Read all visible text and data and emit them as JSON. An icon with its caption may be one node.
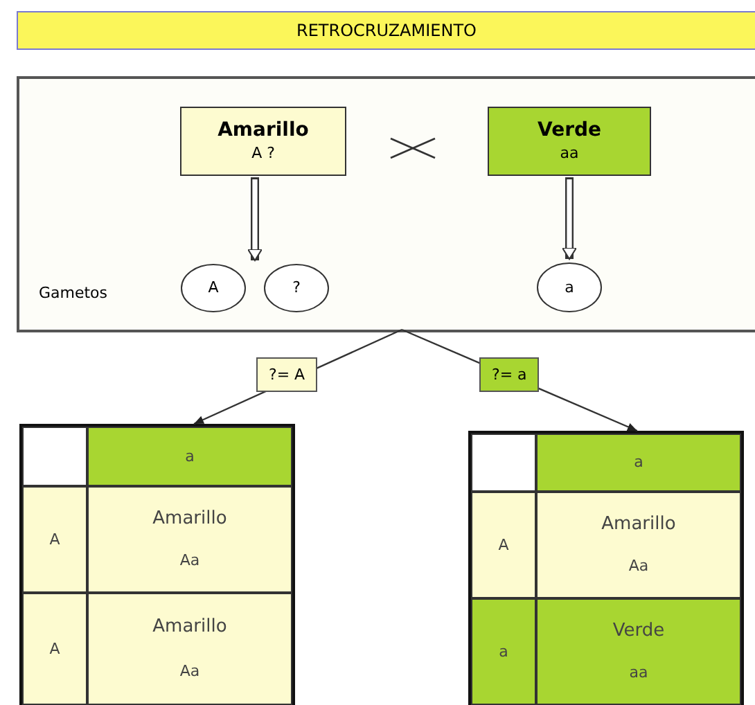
{
  "diagram": {
    "title": "RETROCRUZAMIENTO",
    "nodes": [
      {
        "text": [],
        "shape": "box"
      },
      {
        "text": [
          "Amarillo",
          "A ?"
        ],
        "in": 0
      },
      {
        "text": [
          "Verde",
          "aa"
        ],
        "in": 0
      },
      {
        "text": [
          "A"
        ],
        "in": 0
      },
      {
        "text": [
          "?"
        ],
        "in": 0
      },
      {
        "text": [
          "a"
        ],
        "in": 0
      },
      {
        "text": [],
        "shape": "box"
      },
      {
        "text": [],
        "shape": "box",
        "in": 6
      },
      {
        "text": [
          "a"
        ],
        "in": 6
      },
      {
        "text": [
          "A"
        ],
        "in": 6
      },
      {
        "text": [
          "Amarillo",
          "Aa"
        ],
        "in": 6
      },
      {
        "text": [
          "A"
        ],
        "in": 6
      },
      {
        "text": [
          "Amarillo",
          "Aa"
        ],
        "in": 6
      },
      {
        "text": [],
        "shape": "box"
      },
      {
        "text": [],
        "shape": "box",
        "in": 13
      },
      {
        "text": [
          "a"
        ],
        "in": 13
      },
      {
        "text": [
          "A"
        ],
        "in": 13
      },
      {
        "text": [
          "Amarillo",
          "Aa"
        ],
        "in": 13
      },
      {
        "text": [
          "a"
        ],
        "in": 13
      },
      {
        "text": [
          "Verde",
          "aa"
        ],
        "in": 13
      }
    ],
    "edges": [
      {
        "from": 1,
        "to": 3,
        "arrow": "to"
      },
      {
        "from": 1,
        "to": 4,
        "arrow": "to"
      },
      {
        "from": 2,
        "to": 5,
        "arrow": "to"
      },
      {
        "from": 0,
        "to": 6,
        "arrow": "to",
        "label": "?= A"
      },
      {
        "from": 0,
        "to": 13,
        "arrow": "to",
        "label": "?= a"
      }
    ],
    "labels": [
      "Gametos"
    ]
  }
}
